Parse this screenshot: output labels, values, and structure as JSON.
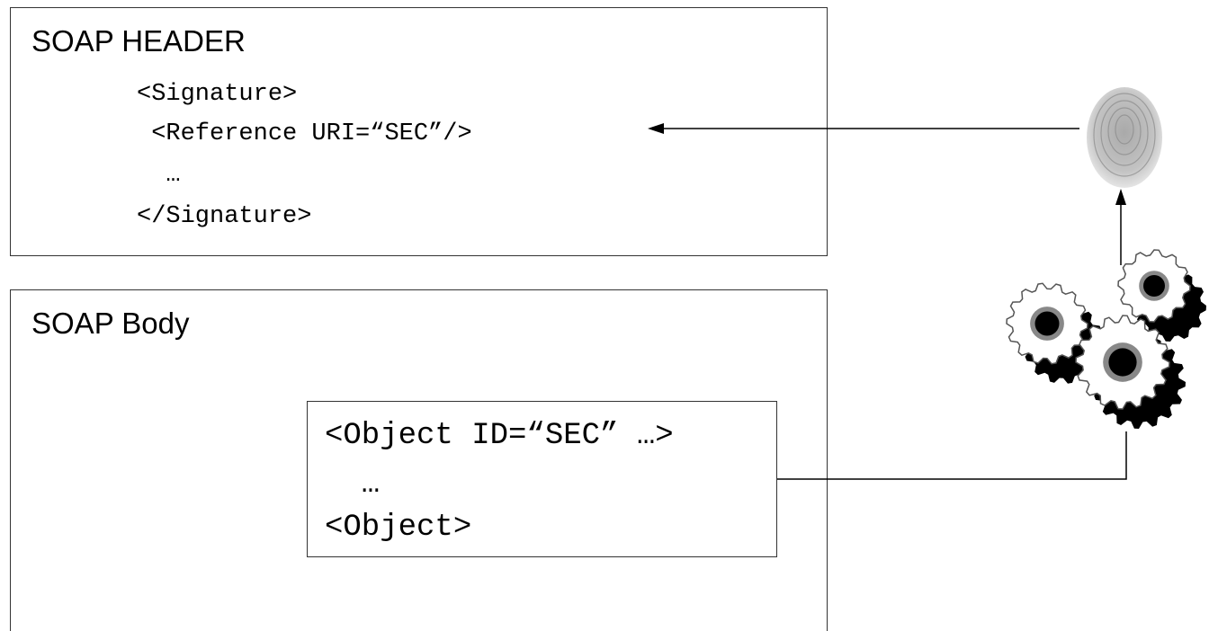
{
  "header_section": {
    "title": "SOAP HEADER",
    "lines": [
      "<Signature>",
      " <Reference URI=“SEC”/>",
      "  …",
      "</Signature>"
    ]
  },
  "body_section": {
    "title": "SOAP Body",
    "object_lines": [
      "<Object ID=“SEC” …>",
      "  …",
      "<Object>"
    ]
  },
  "icons": {
    "signature": "fingerprint-icon",
    "processing": "gears-icon"
  }
}
